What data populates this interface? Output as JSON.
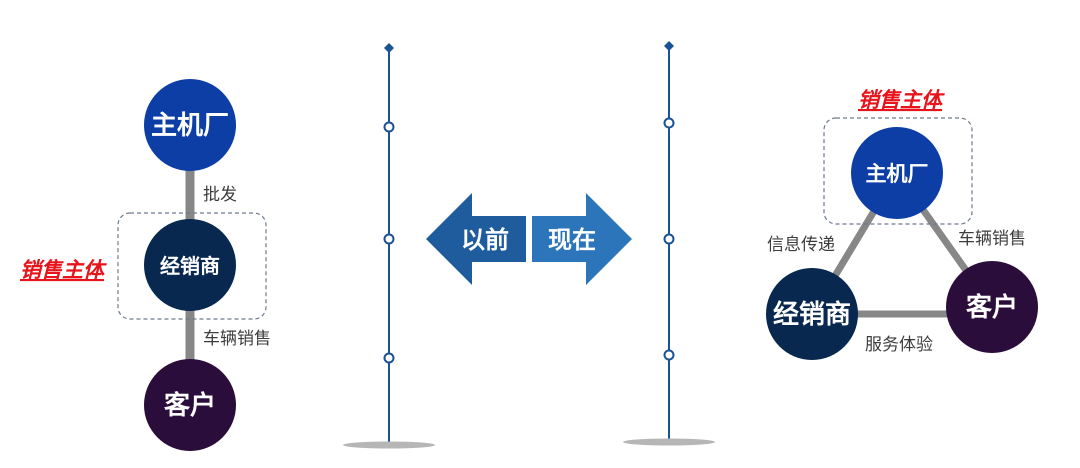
{
  "colors": {
    "manufacturer": "#0c3ea6",
    "dealer": "#08284f",
    "customer": "#2a0d3a",
    "link": "#878787",
    "timeline": "#1a5294",
    "arrow_left": "#1f5c9e",
    "arrow_right": "#2d75ba",
    "subject": "#e8141c"
  },
  "before": {
    "nodes": {
      "manufacturer": "主机厂",
      "dealer": "经销商",
      "customer": "客户"
    },
    "edges": {
      "wholesale": "批发",
      "vehicle_sales": "车辆销售"
    },
    "sales_subject": "销售主体"
  },
  "comparison": {
    "previous": "以前",
    "now": "现在"
  },
  "after": {
    "nodes": {
      "manufacturer": "主机厂",
      "dealer": "经销商",
      "customer": "客户"
    },
    "edges": {
      "info": "信息传递",
      "vehicle_sales": "车辆销售",
      "service": "服务体验"
    },
    "sales_subject": "销售主体"
  }
}
